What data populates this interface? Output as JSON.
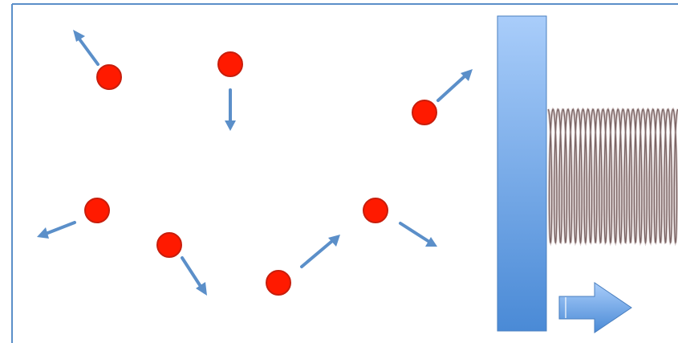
{
  "diagram": {
    "colors": {
      "particle": "#ff1a00",
      "particle_stroke": "#c81e0c",
      "arrow": "#5b8fc9",
      "container_border": "#5b8fc9",
      "piston_top": "#a9cdfa",
      "piston_bottom": "#4a8ad6",
      "spring": "#7a6464",
      "push_arrow_top": "#a9cdfa",
      "push_arrow_bottom": "#4a8ad6"
    },
    "particles": [
      {
        "name": "particle-1",
        "direction": "up-left"
      },
      {
        "name": "particle-2",
        "direction": "down"
      },
      {
        "name": "particle-3",
        "direction": "up-right"
      },
      {
        "name": "particle-4",
        "direction": "left"
      },
      {
        "name": "particle-5",
        "direction": "down-right"
      },
      {
        "name": "particle-6",
        "direction": "up-right"
      },
      {
        "name": "particle-7",
        "direction": "down-right"
      }
    ],
    "piston": {
      "icon": "piston-plate"
    },
    "spring": {
      "icon": "coil-spring-icon"
    },
    "push_arrow": {
      "icon": "right-arrow-icon",
      "direction": "right"
    }
  }
}
